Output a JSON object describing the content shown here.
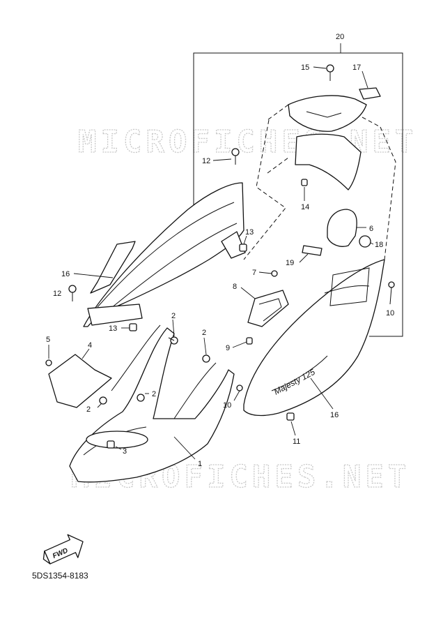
{
  "watermark": "MICROFICHES.NET",
  "diagram_code": "5DS1354-8183",
  "fwd_label": "FWD",
  "model_script": "Majesty 125",
  "callouts": {
    "c1": "1",
    "c2a": "2",
    "c2b": "2",
    "c2c": "2",
    "c2d": "2",
    "c3": "3",
    "c4": "4",
    "c5": "5",
    "c6": "6",
    "c7": "7",
    "c8": "8",
    "c9": "9",
    "c10a": "10",
    "c10b": "10",
    "c11": "11",
    "c12a": "12",
    "c12b": "12",
    "c13a": "13",
    "c13b": "13",
    "c14": "14",
    "c15": "15",
    "c16a": "16",
    "c16b": "16",
    "c17": "17",
    "c18": "18",
    "c19": "19",
    "c20": "20"
  }
}
